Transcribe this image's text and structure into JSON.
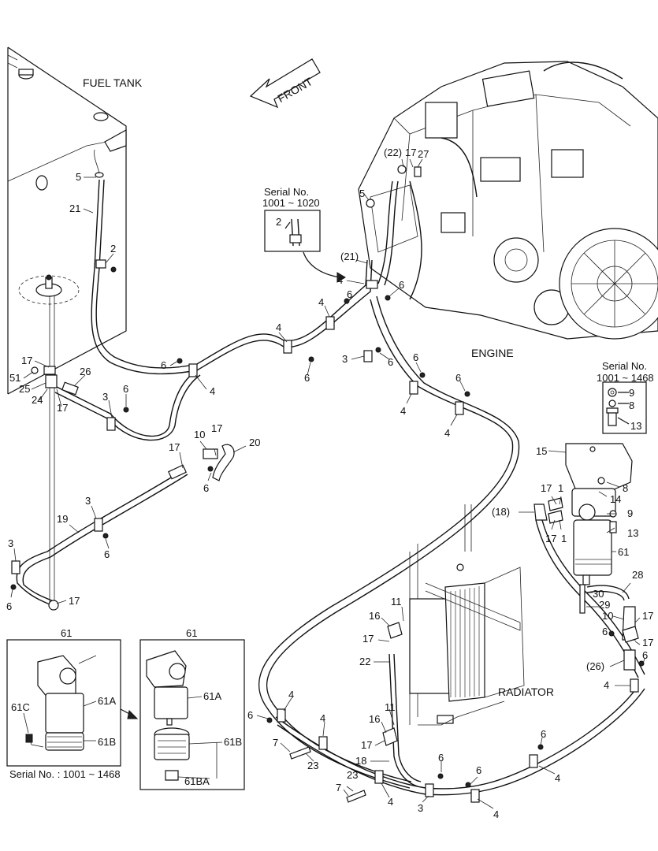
{
  "labels": {
    "fuel_tank": "FUEL TANK",
    "front": "FRONT",
    "engine": "ENGINE",
    "radiator": "RADIATOR",
    "serial_1001_1020_title": "Serial No.",
    "serial_1001_1020_range": "1001 ~ 1020",
    "serial_1001_1468_title": "Serial No.",
    "serial_1001_1468_range": "1001 ~ 1468",
    "inset_serial_label": "Serial No. : 1001 ~ 1468"
  },
  "callouts": {
    "c5a": "5",
    "c21": "21",
    "c2a": "2",
    "c17a": "17",
    "c51": "51",
    "c25": "25",
    "c24": "24",
    "c17b": "17",
    "c26a": "26",
    "c3a": "3",
    "c6a": "6",
    "c6b": "6",
    "c4a": "4",
    "c4b": "4",
    "c6c": "6",
    "c4c": "4",
    "c6d": "6",
    "c3b": "3",
    "c6e": "6",
    "c4d": "4",
    "c6f": "6",
    "c4e": "4",
    "c6g": "6",
    "c4f": "4",
    "c10a": "10",
    "c17c": "17",
    "c17d": "17",
    "c20": "20",
    "c6h": "6",
    "c3c": "3",
    "c19": "19",
    "c6i": "6",
    "c3d": "3",
    "c6j": "6",
    "c17e": "17",
    "c22p": "(22)",
    "c17f": "17",
    "c27": "27",
    "c5b": "5",
    "c21p": "(21)",
    "c4g": "4",
    "c6k": "6",
    "c2b": "2",
    "c9a": "9",
    "c8a": "8",
    "c13a": "13",
    "c15": "15",
    "c8b": "8",
    "c14": "14",
    "c17g": "17",
    "c1a": "1",
    "c18p": "(18)",
    "c17h": "17",
    "c1b": "1",
    "c9b": "9",
    "c13b": "13",
    "c61a": "61",
    "c28": "28",
    "c30": "30",
    "c29": "29",
    "c10b": "10",
    "c17i": "17",
    "c6l": "6",
    "c17j": "17",
    "c26p": "(26)",
    "c6m": "6",
    "c4h": "4",
    "c11a": "11",
    "c16a": "16",
    "c17k": "17",
    "c22": "22",
    "c4i": "4",
    "c6n": "6",
    "c4j": "4",
    "c7a": "7",
    "c23a": "23",
    "c11b": "11",
    "c16b": "16",
    "c17l": "17",
    "c18": "18",
    "c6o": "6",
    "c23b": "23",
    "c7b": "7",
    "c4k": "4",
    "c3e": "3",
    "c6p": "6",
    "c4l": "4",
    "c6q": "6",
    "c4m": "4",
    "i61a": "61",
    "i61A": "61A",
    "i61B": "61B",
    "i61C": "61C",
    "i61b": "61",
    "i61Ab": "61A",
    "i61Bb": "61B",
    "i61BA": "61BA"
  }
}
